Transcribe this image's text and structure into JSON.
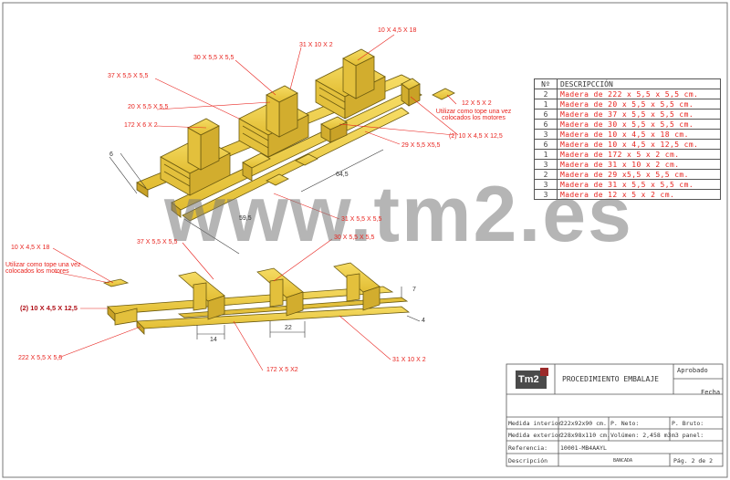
{
  "labels": {
    "top_10x45x18": "10 X 4,5 X 18",
    "top_31x10x2": "31 X 10 X 2",
    "top_30x55x55": "30 X 5,5 X 5,5",
    "top_37x55x55": "37 X 5,5 X 5,5",
    "top_20x55x55": "20 X 5,5 X 5,5",
    "top_172x6x2": "172 X 6 X 2",
    "top_12x5x2": "12 X 5 X 2",
    "top_tope_note": "Utilizar como tope una vez colocados los motores",
    "top_2x_10x45x125": "(2) 10 X 4,5 X 12,5",
    "top_29x55x55": "29 X 5,5 X5,5",
    "top_31x55x55": "31 X 5,5 X 5,5",
    "top_dim_6": "6",
    "top_dim_645": "64,5",
    "top_dim_595": "59,5",
    "bot_10x45x18": "10 X 4,5 X 18",
    "bot_tope_note": "Utilizar como tope una vez colocados los motores",
    "bot_2x_10x45x125": "(2) 10 X 4,5 X 12,5",
    "bot_37x55x55": "37 X 5,5 X 5,5",
    "bot_30x55x55": "30 X 5,5 X 5,5",
    "bot_222x55x55": "222 X 5,5 X  5,5",
    "bot_172x5x2": "172 X 5 X2",
    "bot_31x10x2": "31 X 10 X 2",
    "bot_dim_22": "22",
    "bot_dim_14": "14",
    "bot_dim_7": "7",
    "bot_dim_4": "4"
  },
  "watermark": "www.tm2.es",
  "parts_table": {
    "header": {
      "n": "Nº",
      "desc": "DESCRIPCCIÓN"
    },
    "rows": [
      {
        "n": "2",
        "desc": "Madera de 222 x 5,5 x 5,5 cm."
      },
      {
        "n": "1",
        "desc": "Madera de 20 x 5,5 x 5,5 cm."
      },
      {
        "n": "6",
        "desc": "Madera de 37 x 5,5 x 5,5 cm."
      },
      {
        "n": "6",
        "desc": "Madera de 30 x 5,5 x 5,5 cm."
      },
      {
        "n": "3",
        "desc": "Madera de 10 x 4,5 x 18 cm."
      },
      {
        "n": "6",
        "desc": "Madera de 10 x 4,5 x 12,5 cm."
      },
      {
        "n": "1",
        "desc": "Madera de 172 x 5 x 2 cm."
      },
      {
        "n": "3",
        "desc": "Madera de 31 x 10 x 2 cm."
      },
      {
        "n": "2",
        "desc": "Madera de 29 x5,5 x 5,5 cm."
      },
      {
        "n": "3",
        "desc": "Madera de 31 x 5,5 x 5,5 cm."
      },
      {
        "n": "3",
        "desc": "Madera de 12 x 5 x 2 cm."
      }
    ]
  },
  "title_block": {
    "logo": "Tm2",
    "procedure": "PROCEDIMIENTO EMBALAJE",
    "aprobado": "Aprobado",
    "fecha": "Fecha",
    "medida_interior_label": "Medida interior",
    "medida_interior": "222x92x90 cm.",
    "p_neto": "P. Neto:",
    "p_bruto": "P. Bruto:",
    "medida_exterior_label": "Medida exterior",
    "medida_exterior": "228x98x110 cm.",
    "volumen": "Volúmen: 2,458 m3",
    "m3_panel": "m3 panel:",
    "referencia_label": "Referencia:",
    "referencia": "10001-MB4AAYL",
    "descripcion_label": "Descripción",
    "descripcion": "BANCADA",
    "pagina": "Pág. 2 de 2"
  },
  "colors": {
    "wood": "#f2d24a",
    "wood_dark": "#c9a227",
    "wood_edge": "#6b5a10",
    "leader": "#e8231e"
  }
}
